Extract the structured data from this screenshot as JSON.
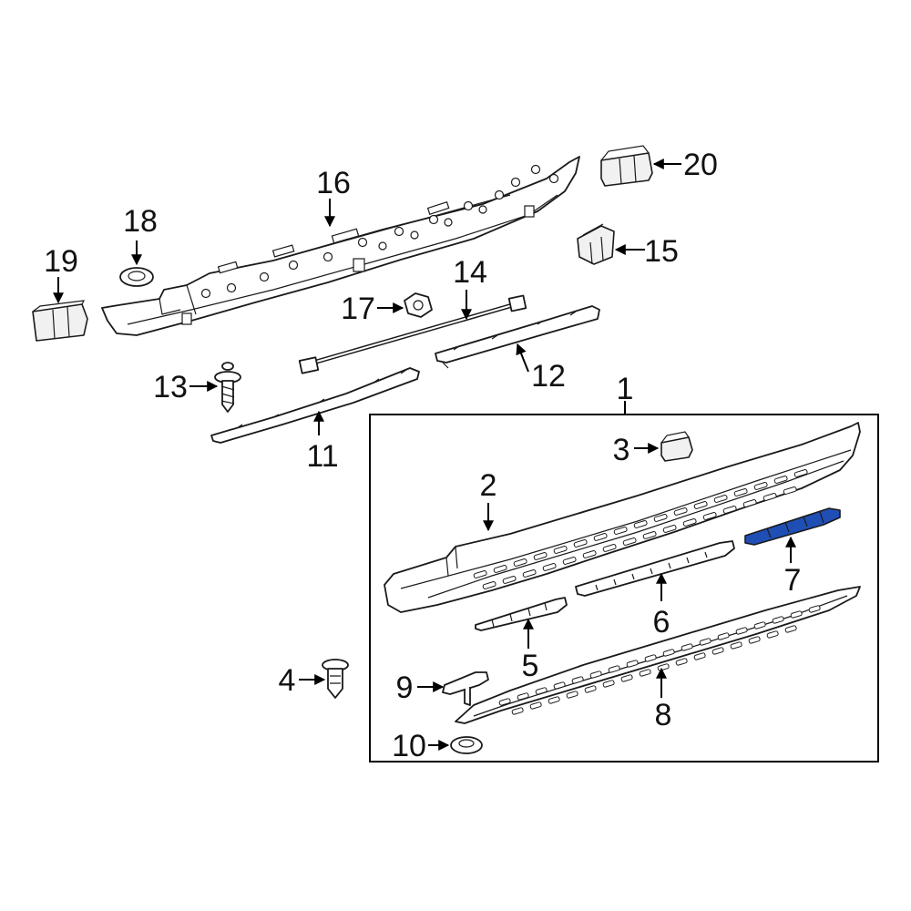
{
  "diagram": {
    "highlight_color": "#1f4fb5",
    "callouts": {
      "c1": "1",
      "c2": "2",
      "c3": "3",
      "c4": "4",
      "c5": "5",
      "c6": "6",
      "c7": "7",
      "c8": "8",
      "c9": "9",
      "c10": "10",
      "c11": "11",
      "c12": "12",
      "c13": "13",
      "c14": "14",
      "c15": "15",
      "c16": "16",
      "c17": "17",
      "c18": "18",
      "c19": "19",
      "c20": "20"
    },
    "highlighted_part": "7"
  }
}
